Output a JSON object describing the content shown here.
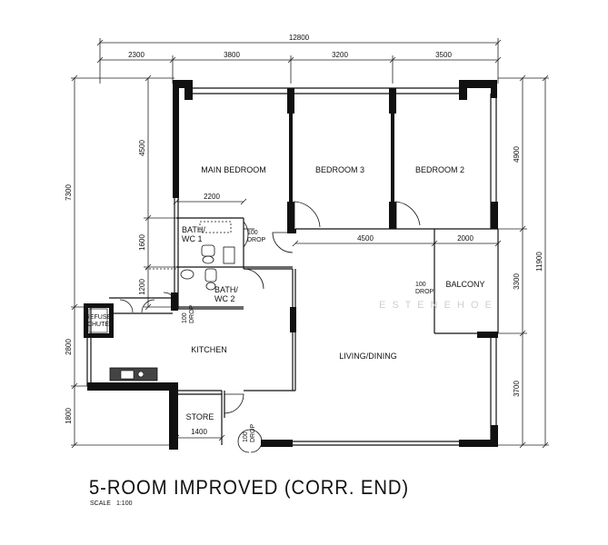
{
  "title": "5-ROOM IMPROVED (CORR. END)",
  "scale": {
    "label": "SCALE",
    "value": "1:100"
  },
  "rooms": {
    "main_bedroom": "MAIN BEDROOM",
    "bedroom_3": "BEDROOM 3",
    "bedroom_2": "BEDROOM 2",
    "bath_wc_1_line1": "BATH/",
    "bath_wc_1_line2": "WC 1",
    "bath_wc_2_line1": "BATH/",
    "bath_wc_2_line2": "WC 2",
    "balcony": "BALCONY",
    "kitchen": "KITCHEN",
    "living_dining": "LIVING/DINING",
    "store": "STORE",
    "refuse_chute_line1": "REFUSE",
    "refuse_chute_line2": "CHUTE"
  },
  "drops": {
    "value": "100",
    "label": "DROP"
  },
  "dimensions": {
    "top_total": "12800",
    "top_segments": [
      "2300",
      "3800",
      "3200",
      "3500"
    ],
    "left_overall": "7300",
    "left_segments": [
      "4500",
      "1600",
      "1200"
    ],
    "left_lower": [
      "2800",
      "1800"
    ],
    "right_total": "11900",
    "right_segments": [
      "4900",
      "3300",
      "3700"
    ],
    "inner_2200": "2200",
    "inner_4500": "4500",
    "inner_2000": "2000",
    "inner_1400": "1400"
  },
  "watermark": "E  S  T  E  N  E     H  O  E"
}
